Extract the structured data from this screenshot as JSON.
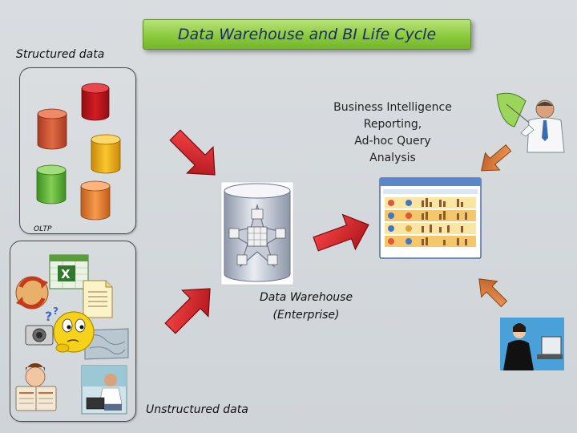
{
  "title": "Data Warehouse and BI Life Cycle",
  "structured_label": "Structured data",
  "oltp_label": "OLTP",
  "unstructured_label": "Unstructured data",
  "warehouse": {
    "line1": "Data Warehouse",
    "line2": "(Enterprise)"
  },
  "bi": {
    "heading": "Business Intelligence",
    "items": [
      "Reporting,",
      "Ad-hoc Query",
      "Analysis"
    ]
  },
  "colors": {
    "title_banner": "#8ccb3d",
    "title_text": "#1e2a6b",
    "arrow_red": "#d81e2a",
    "arrow_orange": "#d8782f",
    "cylinder_red": "#c8171d",
    "cylinder_orange_red": "#d9593a",
    "cylinder_yellow": "#f2b21a",
    "cylinder_green": "#6fbd44",
    "cylinder_orange": "#f08a3a"
  },
  "icons": [
    "database-cylinder-icon",
    "excel-icon",
    "document-icon",
    "sync-icon",
    "camera-icon",
    "thinking-face-icon",
    "map-icon",
    "newspaper-reader-icon",
    "laptop-user-icon",
    "presenter-icon",
    "dashboard-screen-icon",
    "computer-user-icon",
    "star-schema-icon"
  ]
}
